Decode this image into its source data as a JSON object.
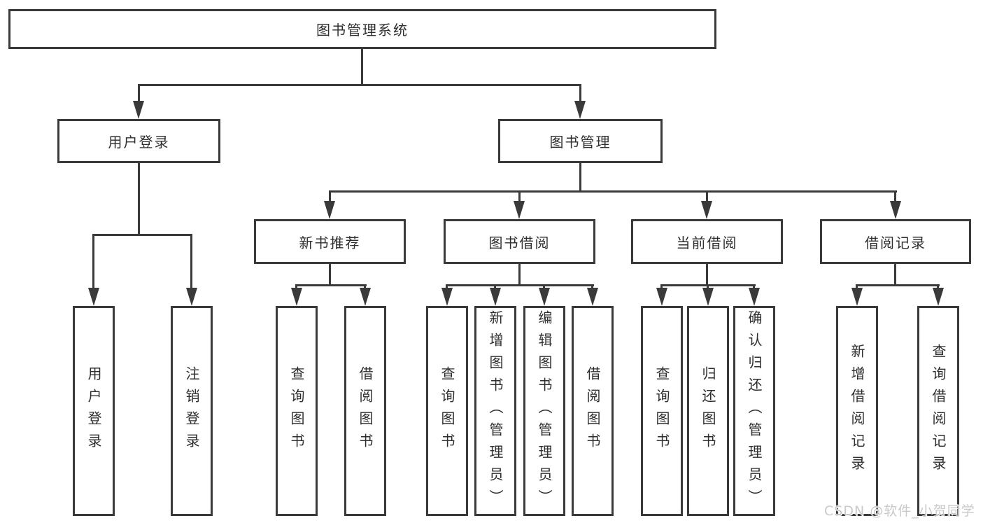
{
  "diagram": {
    "type": "hierarchy-tree",
    "orientation": "top-down",
    "colors": {
      "line": "#3a3a3a",
      "box_border": "#3a3a3a",
      "box_bg": "#ffffff",
      "text": "#2e2e2e",
      "watermark_text": "#c9c9c9"
    }
  },
  "nodes": {
    "root": {
      "label": "图书管理系统"
    },
    "userLogin": {
      "label": "用户登录",
      "children": [
        {
          "label": "用户登录"
        },
        {
          "label": "注销登录"
        }
      ]
    },
    "bookMgmt": {
      "label": "图书管理",
      "children": [
        {
          "label": "新书推荐",
          "children": [
            {
              "label": "查询图书"
            },
            {
              "label": "借阅图书"
            }
          ]
        },
        {
          "label": "图书借阅",
          "children": [
            {
              "label": "查询图书"
            },
            {
              "label": "新增图书（管理员）"
            },
            {
              "label": "编辑图书（管理员）"
            },
            {
              "label": "借阅图书"
            }
          ]
        },
        {
          "label": "当前借阅",
          "children": [
            {
              "label": "查询图书"
            },
            {
              "label": "归还图书"
            },
            {
              "label": "确认归还（管理员）"
            }
          ]
        },
        {
          "label": "借阅记录",
          "children": [
            {
              "label": "新增借阅记录"
            },
            {
              "label": "查询借阅记录"
            }
          ]
        }
      ]
    }
  },
  "watermark": {
    "text": "CSDN @软件_小贺同学"
  }
}
